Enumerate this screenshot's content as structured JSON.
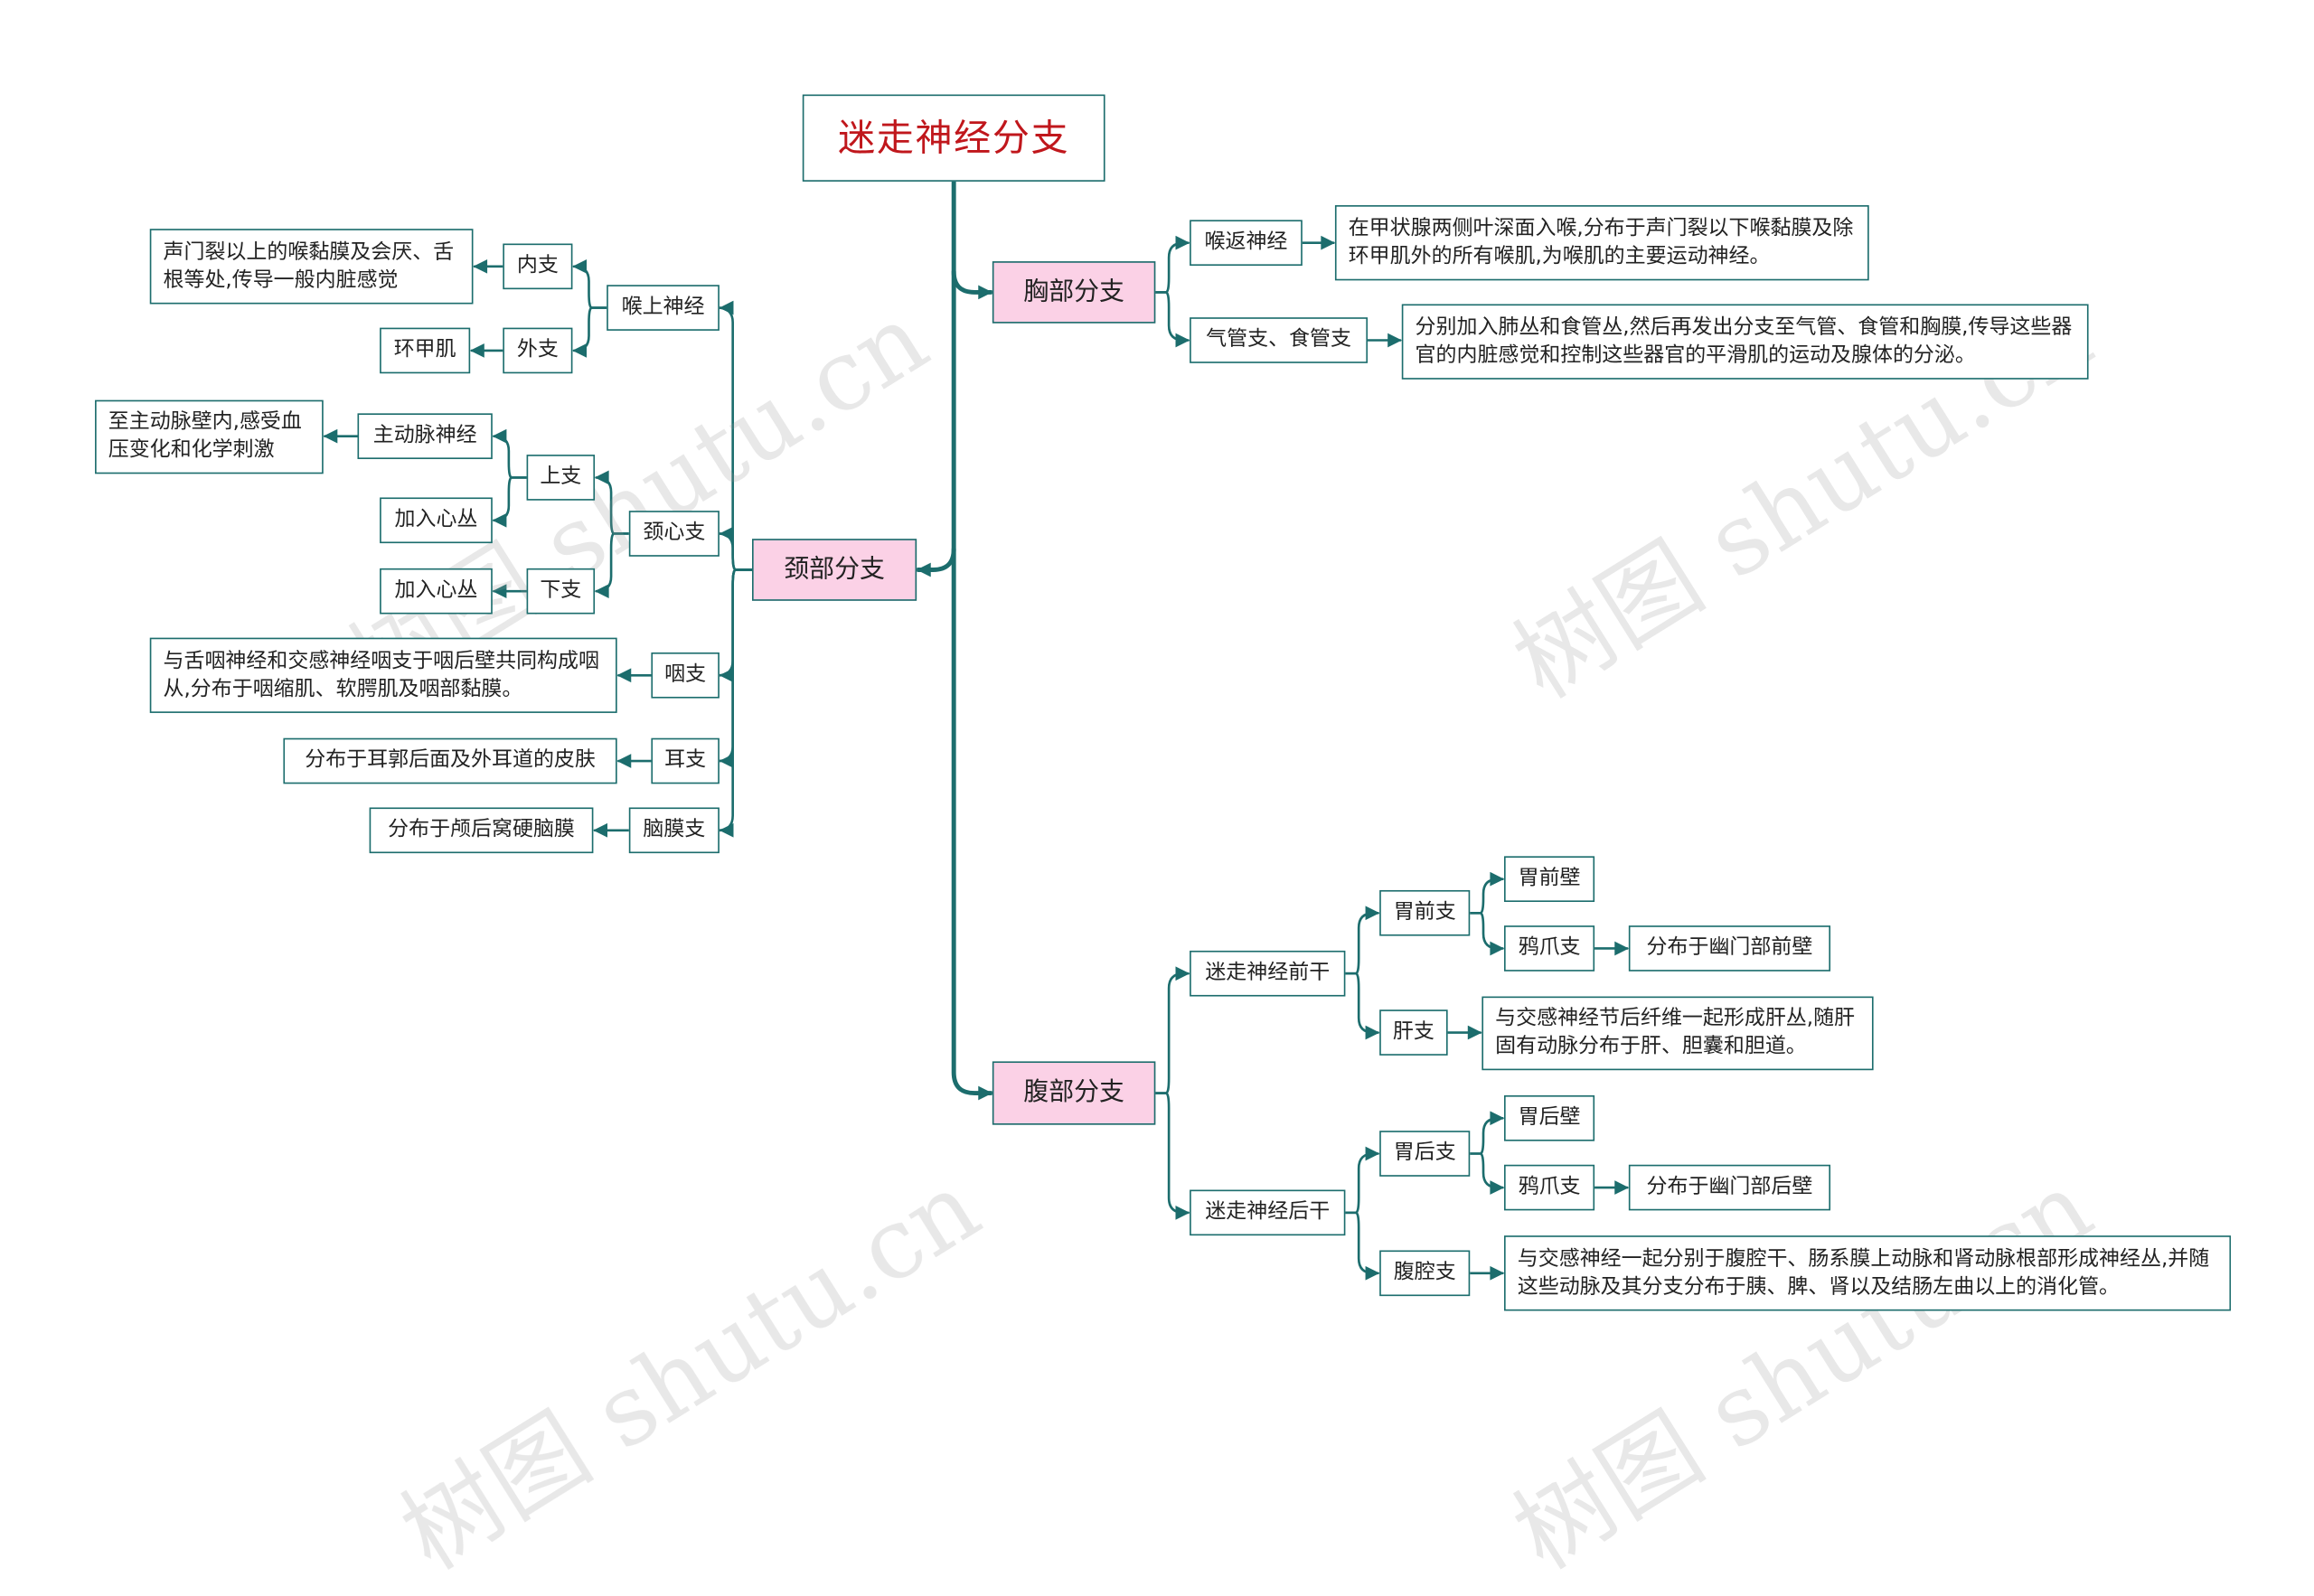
{
  "colors": {
    "line": "#1c6d6d",
    "root_text": "#c0171c",
    "branch_fill": "#fbd1e6",
    "node_border": "#1c6d6d"
  },
  "watermark": "树图 shutu.cn",
  "root": {
    "label": "迷走神经分支"
  },
  "neck": {
    "label": "颈部分支",
    "sln": {
      "label": "喉上神经",
      "internal": {
        "label": "内支",
        "desc": "声门裂以上的喉黏膜及会厌、舌根等处,传导一般内脏感觉"
      },
      "external": {
        "label": "外支",
        "desc": "环甲肌"
      }
    },
    "cardiac": {
      "label": "颈心支",
      "upper": {
        "label": "上支",
        "aortic": "主动脉神经",
        "aortic_desc": "至主动脉壁内,感受血压变化和化学刺激",
        "plexus": "加入心丛"
      },
      "lower": {
        "label": "下支",
        "plexus": "加入心丛"
      }
    },
    "pharyngeal": {
      "label": "咽支",
      "desc": "与舌咽神经和交感神经咽支于咽后壁共同构成咽从,分布于咽缩肌、软腭肌及咽部黏膜。"
    },
    "auricular": {
      "label": "耳支",
      "desc": "分布于耳郭后面及外耳道的皮肤"
    },
    "meningeal": {
      "label": "脑膜支",
      "desc": "分布于颅后窝硬脑膜"
    }
  },
  "chest": {
    "label": "胸部分支",
    "recurrent": {
      "label": "喉返神经",
      "desc": "在甲状腺两侧叶深面入喉,分布于声门裂以下喉黏膜及除环甲肌外的所有喉肌,为喉肌的主要运动神经。"
    },
    "tracheal": {
      "label": "气管支、食管支",
      "desc": "分别加入肺丛和食管丛,然后再发出分支至气管、食管和胸膜,传导这些器官的内脏感觉和控制这些器官的平滑肌的运动及腺体的分泌。"
    }
  },
  "abdomen": {
    "label": "腹部分支",
    "anterior": {
      "label": "迷走神经前干",
      "gastric": {
        "label": "胃前支",
        "wall": "胃前壁",
        "crow": "鸦爪支",
        "crow_desc": "分布于幽门部前壁"
      },
      "hepatic": {
        "label": "肝支",
        "desc": "与交感神经节后纤维一起形成肝丛,随肝固有动脉分布于肝、胆囊和胆道。"
      }
    },
    "posterior": {
      "label": "迷走神经后干",
      "gastric": {
        "label": "胃后支",
        "wall": "胃后壁",
        "crow": "鸦爪支",
        "crow_desc": "分布于幽门部后壁"
      },
      "celiac": {
        "label": "腹腔支",
        "desc": "与交感神经一起分别于腹腔干、肠系膜上动脉和肾动脉根部形成神经丛,并随这些动脉及其分支分布于胰、脾、肾以及结肠左曲以上的消化管。"
      }
    }
  }
}
